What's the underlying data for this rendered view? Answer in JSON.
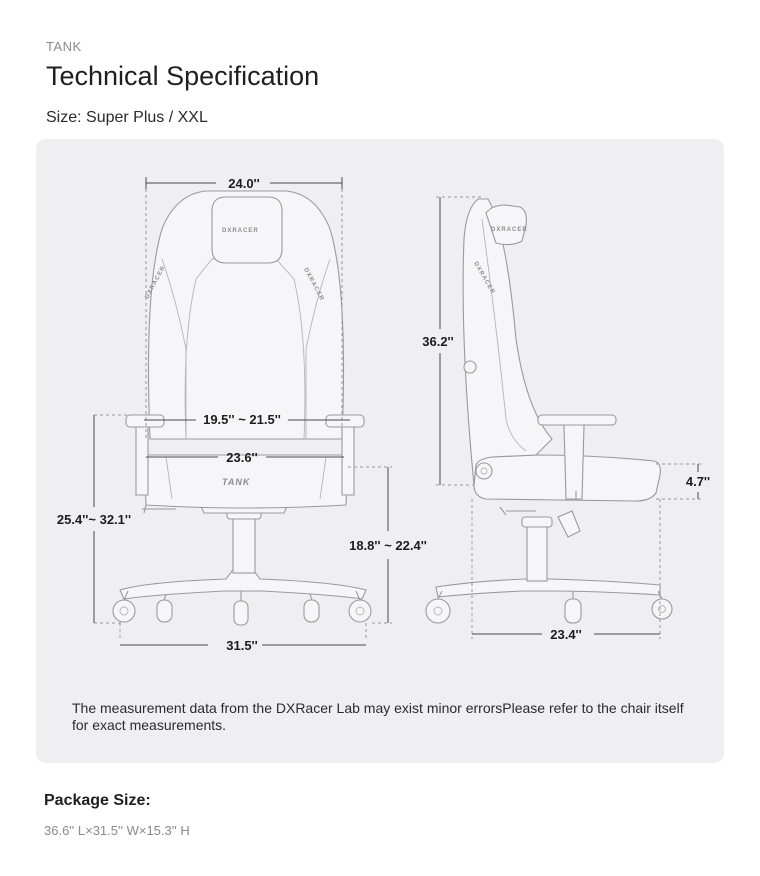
{
  "header": {
    "eyebrow": "TANK",
    "title": "Technical Specification",
    "size_line": "Size: Super Plus / XXL"
  },
  "diagram": {
    "front": {
      "width_backrest": "24.0''",
      "armrest_width": "19.5'' ~ 21.5''",
      "seat_width": "23.6''",
      "armrest_height": "25.4''~ 32.1''",
      "base_width": "31.5''",
      "seat_height": "18.8'' ~ 22.4''",
      "logo_backrest": "DXRACER",
      "logo_side": "DXRACER",
      "logo_seat": "TANK"
    },
    "side": {
      "backrest_height": "36.2''",
      "seat_thickness": "4.7''",
      "base_depth": "23.4''",
      "logo_headrest": "DXRACER",
      "logo_side": "DXRACER"
    }
  },
  "note": "The measurement data from the DXRacer Lab may exist minor errorsPlease refer to the chair itself for exact measurements.",
  "package": {
    "label": "Package Size:",
    "value": "36.6'' L×31.5'' W×15.3'' H"
  }
}
